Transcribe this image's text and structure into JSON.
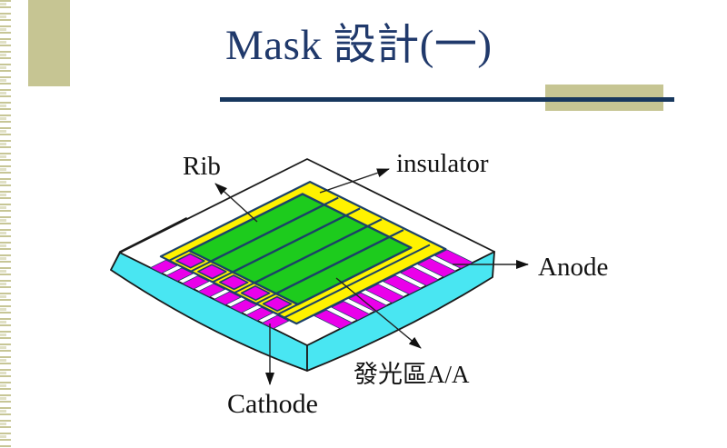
{
  "slide": {
    "title": "Mask 設計(一)"
  },
  "diagram": {
    "labels": {
      "rib": "Rib",
      "insulator": "insulator",
      "anode": "Anode",
      "cathode": "Cathode",
      "emitting_area": "發光區A/A"
    },
    "colors": {
      "substrate": "#49E6F2",
      "metal": "#EA00EA",
      "insulator": "#FFF200",
      "emitting": "#1DCB1D",
      "line": "#1B4168",
      "outline": "#1A1A1A",
      "arrow": "#222222"
    },
    "counts": {
      "emitting_rows": 5,
      "insulator_openings": 5,
      "cathode_fingers": 8,
      "anode_fingers": 8
    }
  },
  "decor": {
    "accent": "#C6C593",
    "divider": "#17375E",
    "title_color": "#20396B"
  }
}
